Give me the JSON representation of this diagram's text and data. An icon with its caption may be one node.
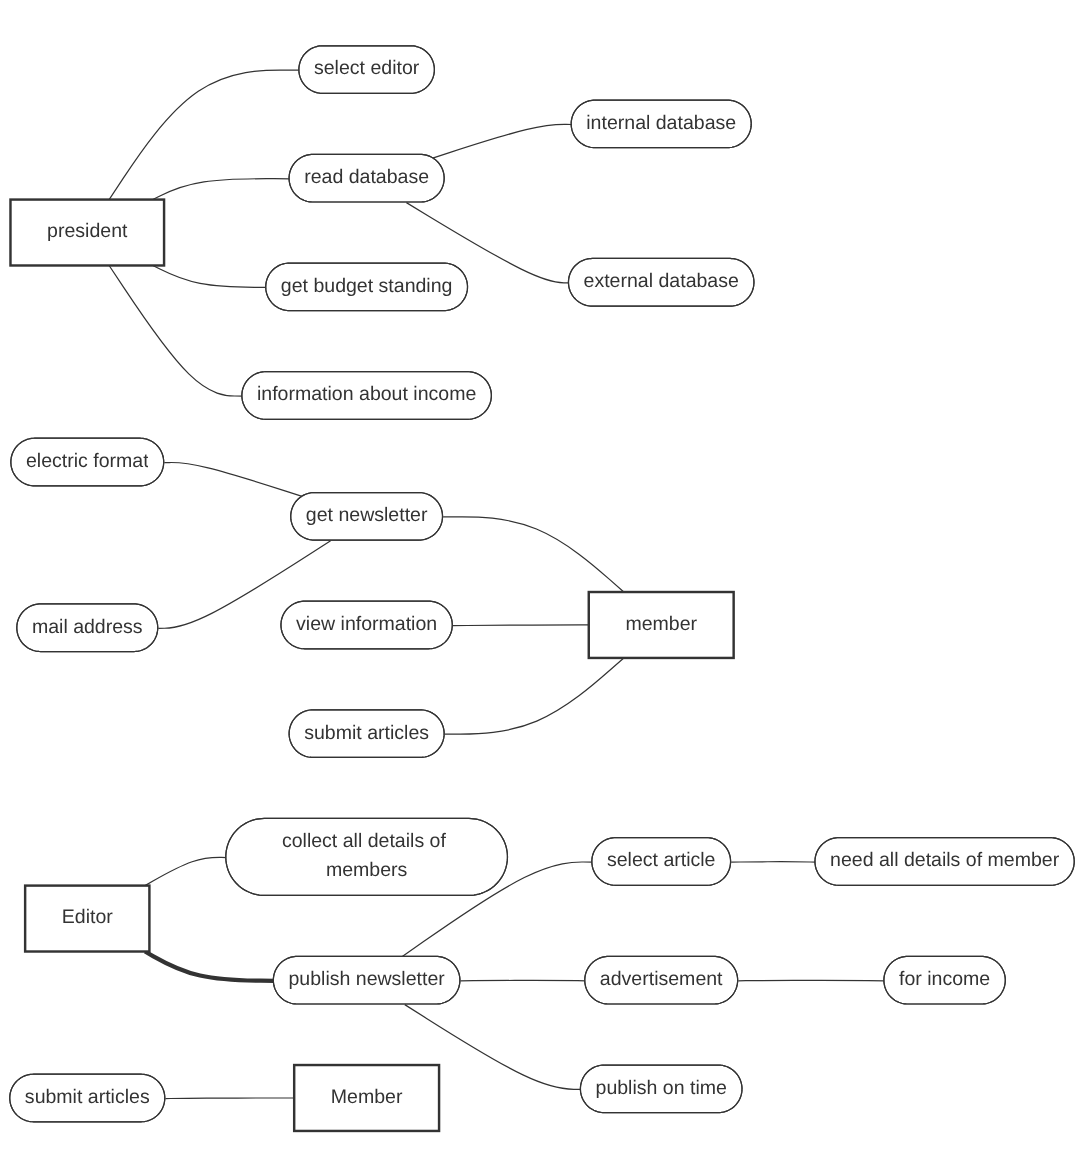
{
  "diagram": {
    "nodes": [
      {
        "text": [
          "president"
        ]
      },
      {
        "text": [
          "select editor"
        ]
      },
      {
        "text": [
          "read database"
        ]
      },
      {
        "text": [
          "internal database"
        ]
      },
      {
        "text": [
          "external database"
        ]
      },
      {
        "text": [
          "get budget standing"
        ]
      },
      {
        "text": [
          "information about income"
        ]
      },
      {
        "text": [
          "electric format"
        ]
      },
      {
        "text": [
          "get newsletter"
        ]
      },
      {
        "text": [
          "mail address"
        ]
      },
      {
        "text": [
          "view information"
        ]
      },
      {
        "text": [
          "submit articles"
        ]
      },
      {
        "text": [
          "member"
        ]
      },
      {
        "text": [
          "Editor"
        ]
      },
      {
        "text": [
          "collect all details of members"
        ]
      },
      {
        "text": [
          "select article"
        ]
      },
      {
        "text": [
          "need all details of member"
        ]
      },
      {
        "text": [
          "publish newsletter"
        ]
      },
      {
        "text": [
          "for income"
        ]
      },
      {
        "text": [
          "advertisement"
        ]
      },
      {
        "text": [
          "submit articles"
        ]
      },
      {
        "text": [
          "publish on time"
        ]
      },
      {
        "text": [
          "Member"
        ]
      }
    ],
    "edges": [
      {
        "from": 0,
        "to": 1,
        "arrow": "none"
      },
      {
        "from": 0,
        "to": 2,
        "arrow": "none"
      },
      {
        "from": 2,
        "to": 3,
        "arrow": "none"
      },
      {
        "from": 2,
        "to": 4,
        "arrow": "none"
      },
      {
        "from": 0,
        "to": 5,
        "arrow": "none"
      },
      {
        "from": 0,
        "to": 6,
        "arrow": "none"
      },
      {
        "from": 7,
        "to": 8,
        "arrow": "none"
      },
      {
        "from": 9,
        "to": 8,
        "arrow": "none"
      },
      {
        "from": 8,
        "to": 12,
        "arrow": "none"
      },
      {
        "from": 10,
        "to": 12,
        "arrow": "none"
      },
      {
        "from": 11,
        "to": 12,
        "arrow": "none"
      },
      {
        "from": 13,
        "to": 14,
        "arrow": "none"
      },
      {
        "from": 13,
        "to": 17,
        "arrow": "none",
        "style": "thick"
      },
      {
        "from": 17,
        "to": 15,
        "arrow": "none"
      },
      {
        "from": 15,
        "to": 16,
        "arrow": "none"
      },
      {
        "from": 17,
        "to": 19,
        "arrow": "none"
      },
      {
        "from": 19,
        "to": 18,
        "arrow": "none"
      },
      {
        "from": 17,
        "to": 21,
        "arrow": "none"
      },
      {
        "from": 20,
        "to": 22,
        "arrow": "none"
      }
    ]
  }
}
